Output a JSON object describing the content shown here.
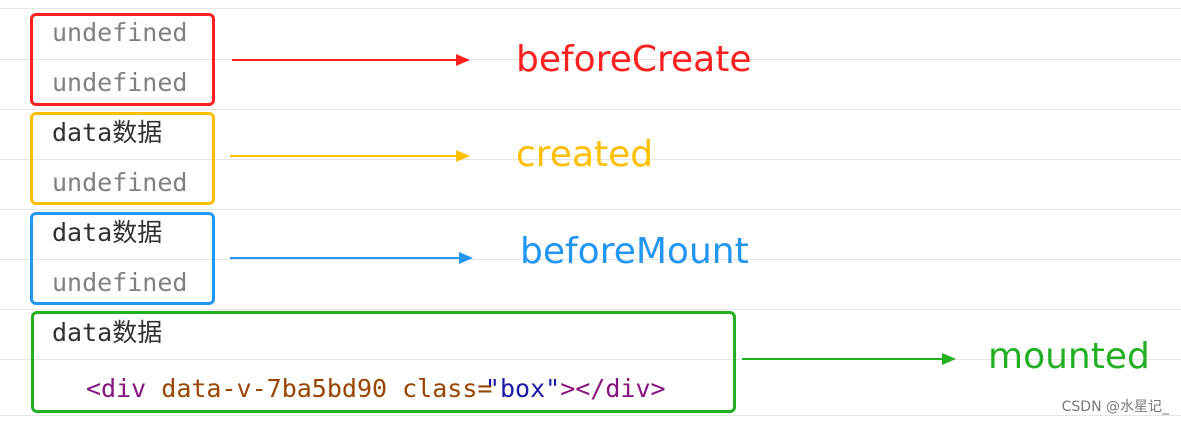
{
  "console": {
    "groups": [
      {
        "hook": "beforeCreate",
        "color": "#ff2020",
        "lines": [
          "undefined",
          "undefined"
        ]
      },
      {
        "hook": "created",
        "color": "#ffbf00",
        "lines": [
          "data数据",
          "undefined"
        ]
      },
      {
        "hook": "beforeMount",
        "color": "#2196f3",
        "lines": [
          "data数据",
          "undefined"
        ]
      },
      {
        "hook": "mounted",
        "color": "#22b022",
        "lines": [
          "data数据"
        ]
      }
    ],
    "html_element": {
      "open_tag": "<div",
      "attr1": "data-v-7ba5bd90",
      "attr2_name": "class=",
      "attr2_value": "\"box\"",
      "close": "></div>"
    }
  },
  "watermark": "CSDN @水星记_"
}
